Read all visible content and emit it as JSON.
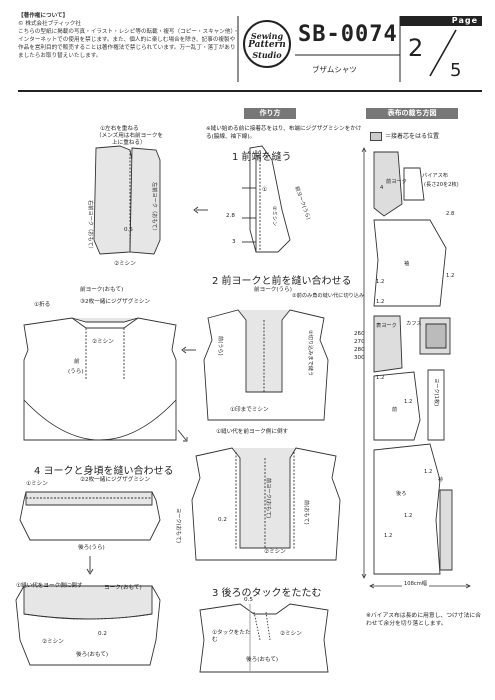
{
  "copyright": {
    "heading": "【著作権について】",
    "owner": "© 株式会社ブティック社",
    "body": "こちらの型紙に掲載の写真・イラスト・レシピ等の転載・複写（コピー・スキャン他）・インターネットでの使用を禁じます。また、個人的に楽しむ場合を除き、記事の複製や作品を営利目的で販売することは著作権法で禁じられています。万一乱丁・落丁がありましたらお取り替えいたします。"
  },
  "logo": {
    "line1": "Sewing",
    "line2": "Pattern",
    "line3": "Studio"
  },
  "pattern": {
    "code": "SB-0074",
    "name": "ブザムシャツ"
  },
  "page": {
    "label": "Page",
    "current": "2",
    "total": "5"
  },
  "howto": {
    "title": "作り方",
    "intro": "※縫い始める前に接着芯をはり、布端にジグザグミシンをかける(脇線、袖下線)。",
    "step1": {
      "title": "1 前端を縫う",
      "labels": [
        "①左右を重ねる",
        "（メンズ用は右前ヨークを",
        "上に重ねる）",
        "右前ヨーク（おもて）",
        "左前ヨーク（おもて）",
        "0.5",
        "②ミシン",
        "前ヨーク(うら)",
        "2.8",
        "3",
        "②ミシン",
        "①"
      ]
    },
    "step2": {
      "title": "2 前ヨークと前を縫い合わせる",
      "labels": [
        "前ヨーク(おもて)",
        "③2枚一緒にジグザグミシン",
        "①折る",
        "②ミシン",
        "前",
        "(うら)",
        "前(うら)",
        "②切り込みまで縫う",
        "前ヨーク(うら)",
        "①印までミシン",
        "②前のみ角の縫い代に切り込み",
        "①縫い代を前ヨーク側に倒す",
        "前ヨーク(おもて)",
        "0.2",
        "②ミシン",
        "前(おもて)"
      ]
    },
    "step3": {
      "title": "3 後ろのタックをたたむ",
      "labels": [
        "0.5",
        "①タックをたたむ",
        "②ミシン",
        "後ろ(おもて)"
      ]
    },
    "step4": {
      "title": "4 ヨークと身頃を縫い合わせる",
      "labels": [
        "①ミシン",
        "②2枚一緒にジグザグミシン",
        "ヨーク(おもて)",
        "後ろ(うら)",
        "①縫い代をヨーク側に倒す",
        "ヨーク(おもて)",
        "②ミシン",
        "0.2",
        "後ろ(おもて)"
      ]
    }
  },
  "layout": {
    "title": "表布の裁ち方図",
    "legend": "＝接着芯をはる位置",
    "pieces": [
      "前ヨーク",
      "バイアス布",
      "(長さ20を2枚)",
      "袖",
      "表ヨーク",
      "カフス",
      "前",
      "ヨーク(1枚)",
      "後ろ",
      "衿"
    ],
    "marks": [
      "4",
      "2.8",
      "1.2",
      "1.2",
      "1.2",
      "1.2",
      "1.2",
      "1.2",
      "1.2",
      "1.2"
    ],
    "height_options": "260 270 280 300",
    "width": "108cm幅"
  },
  "bias_note": "※バイアス布は長めに用意し、つけ寸法に合わせて余分を切り落とします。"
}
